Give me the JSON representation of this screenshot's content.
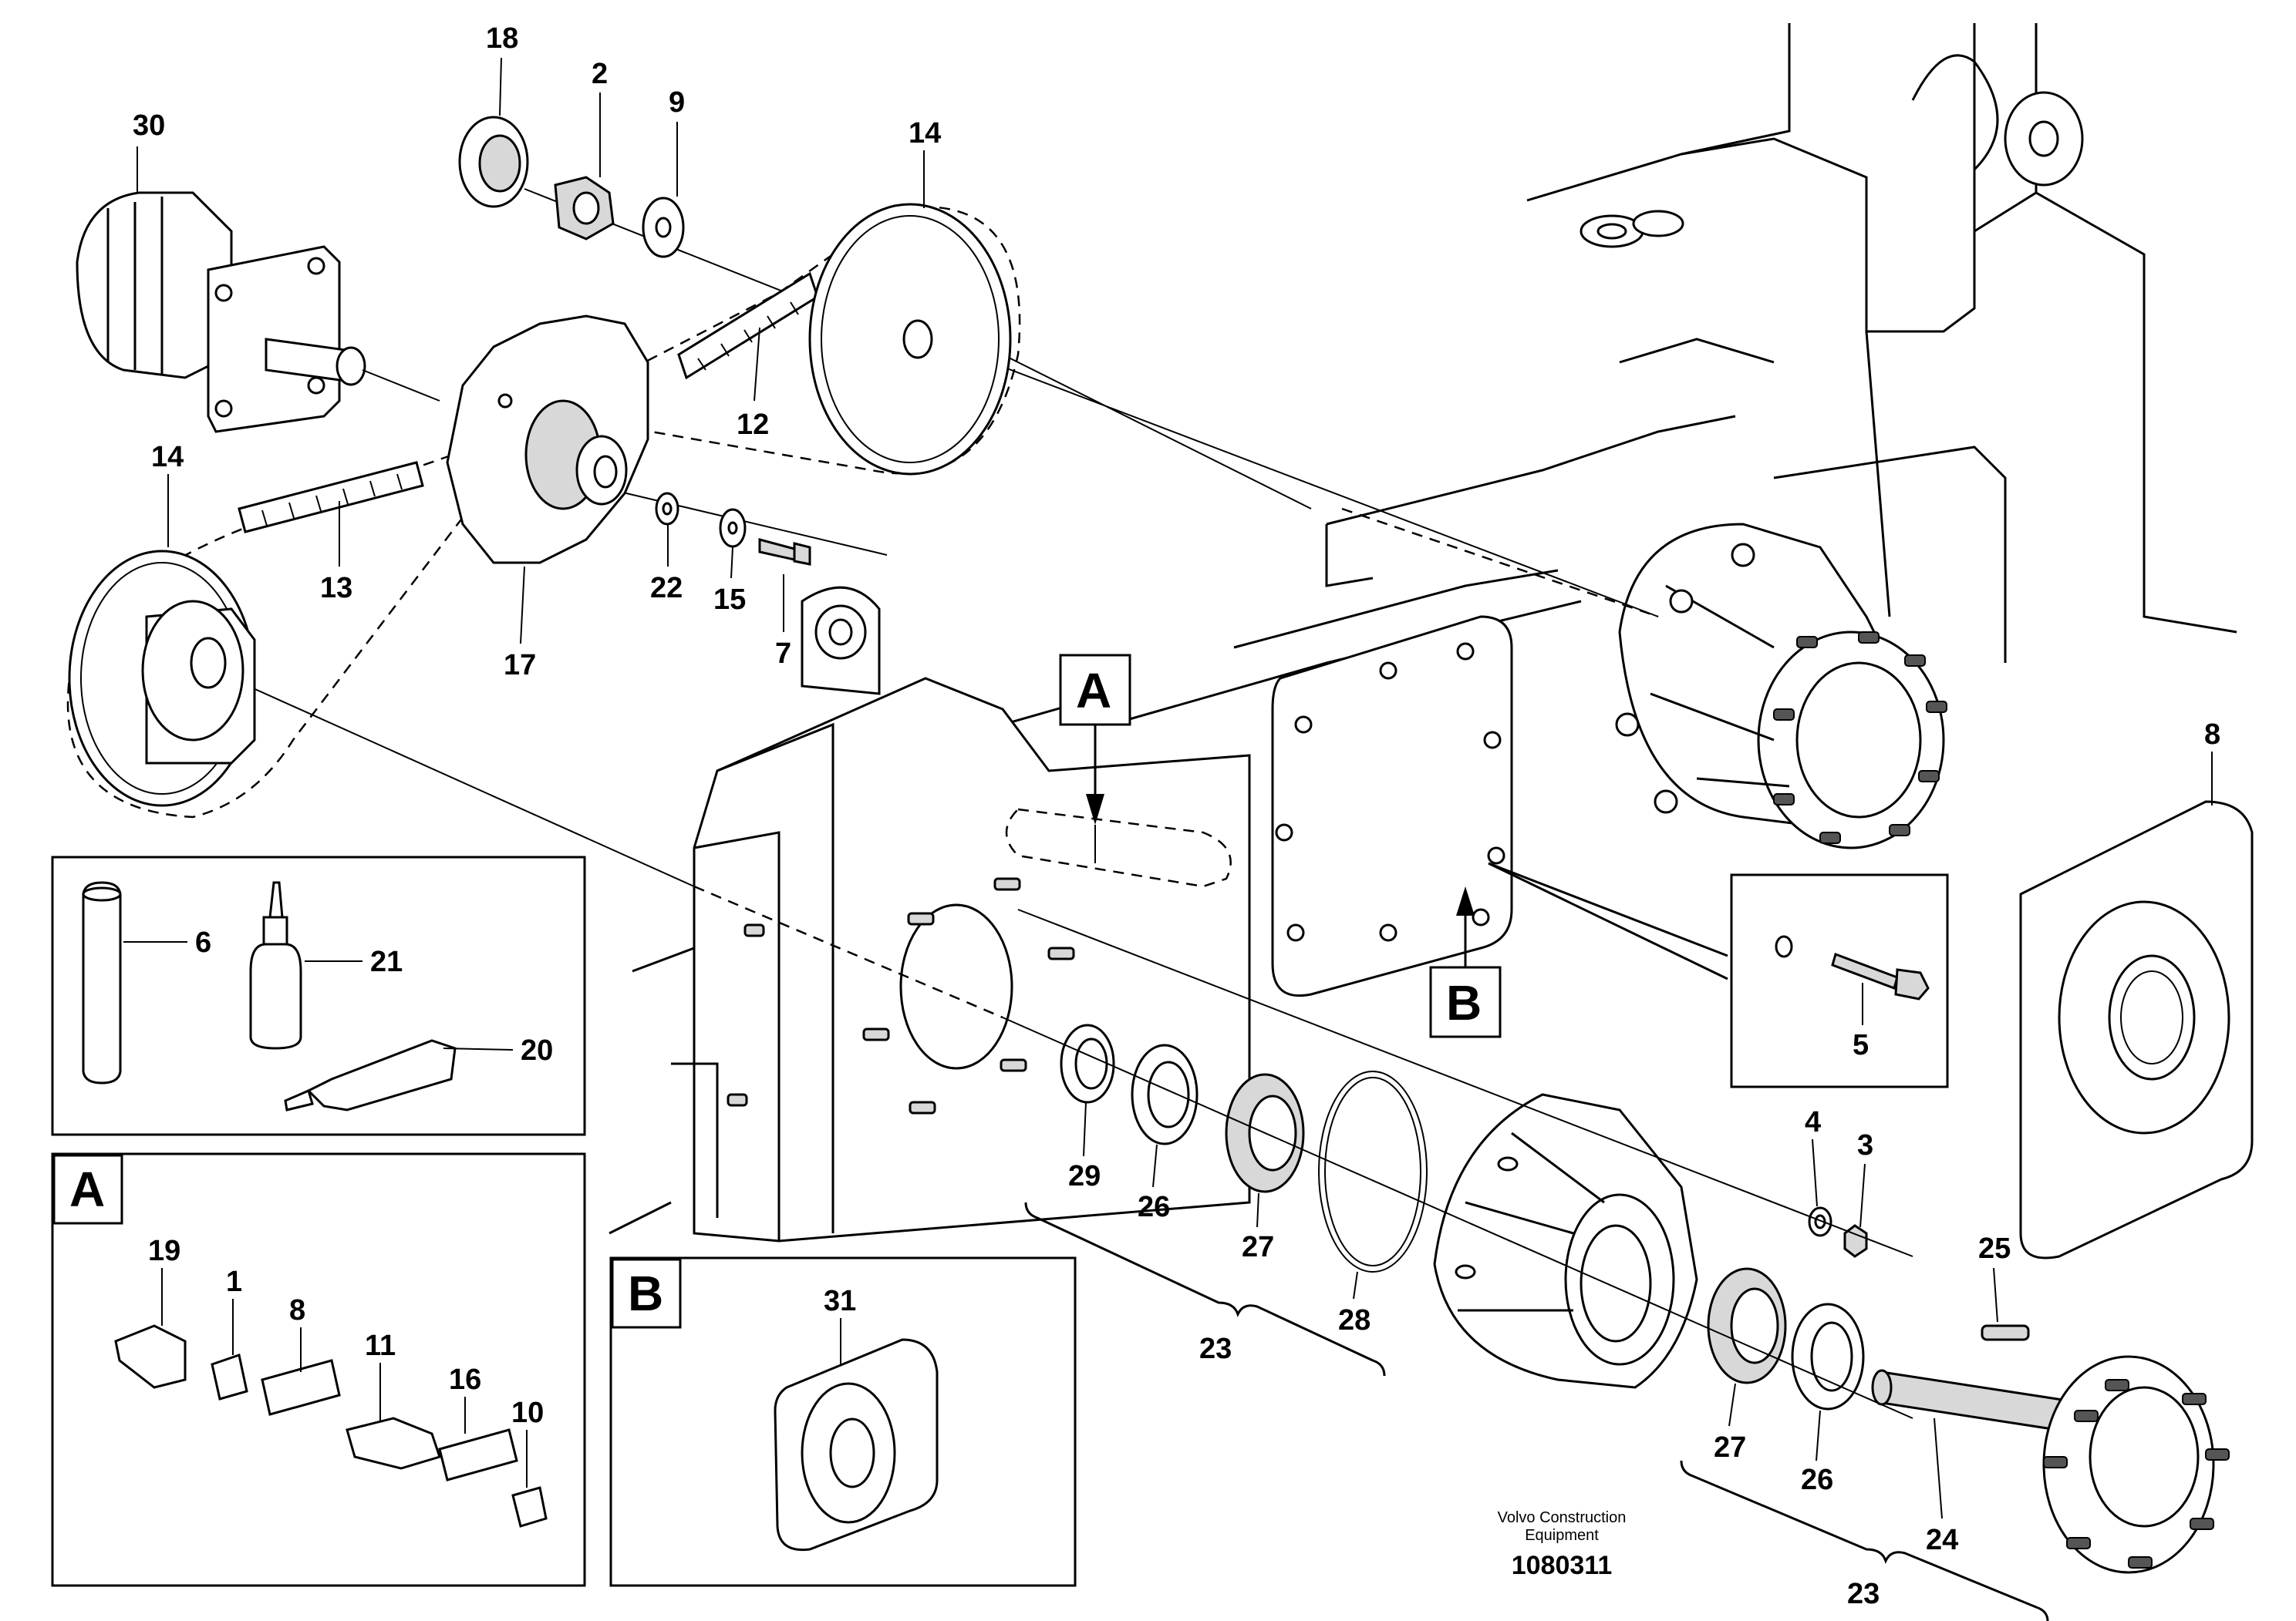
{
  "diagram": {
    "part_numbers": [
      "30",
      "18",
      "2",
      "9",
      "14",
      "12",
      "14",
      "13",
      "17",
      "22",
      "15",
      "7",
      "6",
      "21",
      "20",
      "19",
      "1",
      "8",
      "11",
      "16",
      "10",
      "31",
      "8",
      "5",
      "29",
      "26",
      "27",
      "28",
      "23",
      "4",
      "3",
      "25",
      "27",
      "26",
      "24",
      "23"
    ],
    "detail_labels": {
      "a": "A",
      "b": "B"
    },
    "credit_line1": "Volvo Construction",
    "credit_line2": "Equipment",
    "document_number": "1080311"
  }
}
